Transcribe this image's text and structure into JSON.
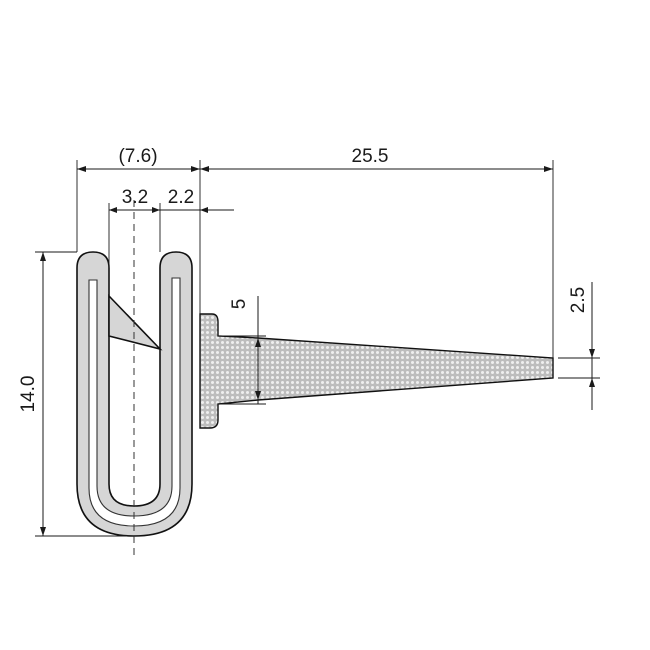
{
  "diagram": {
    "dimensions": {
      "total_width": "(7.6)",
      "lip_length": "25.5",
      "slot_width": "3.2",
      "wall_width": "2.2",
      "height": "14.0",
      "lip_root": "5",
      "lip_tip": "2.5"
    },
    "colors": {
      "profile_fill": "#d6d6d6",
      "lip_fill": "#c8c8c8",
      "outline": "#111111"
    }
  }
}
